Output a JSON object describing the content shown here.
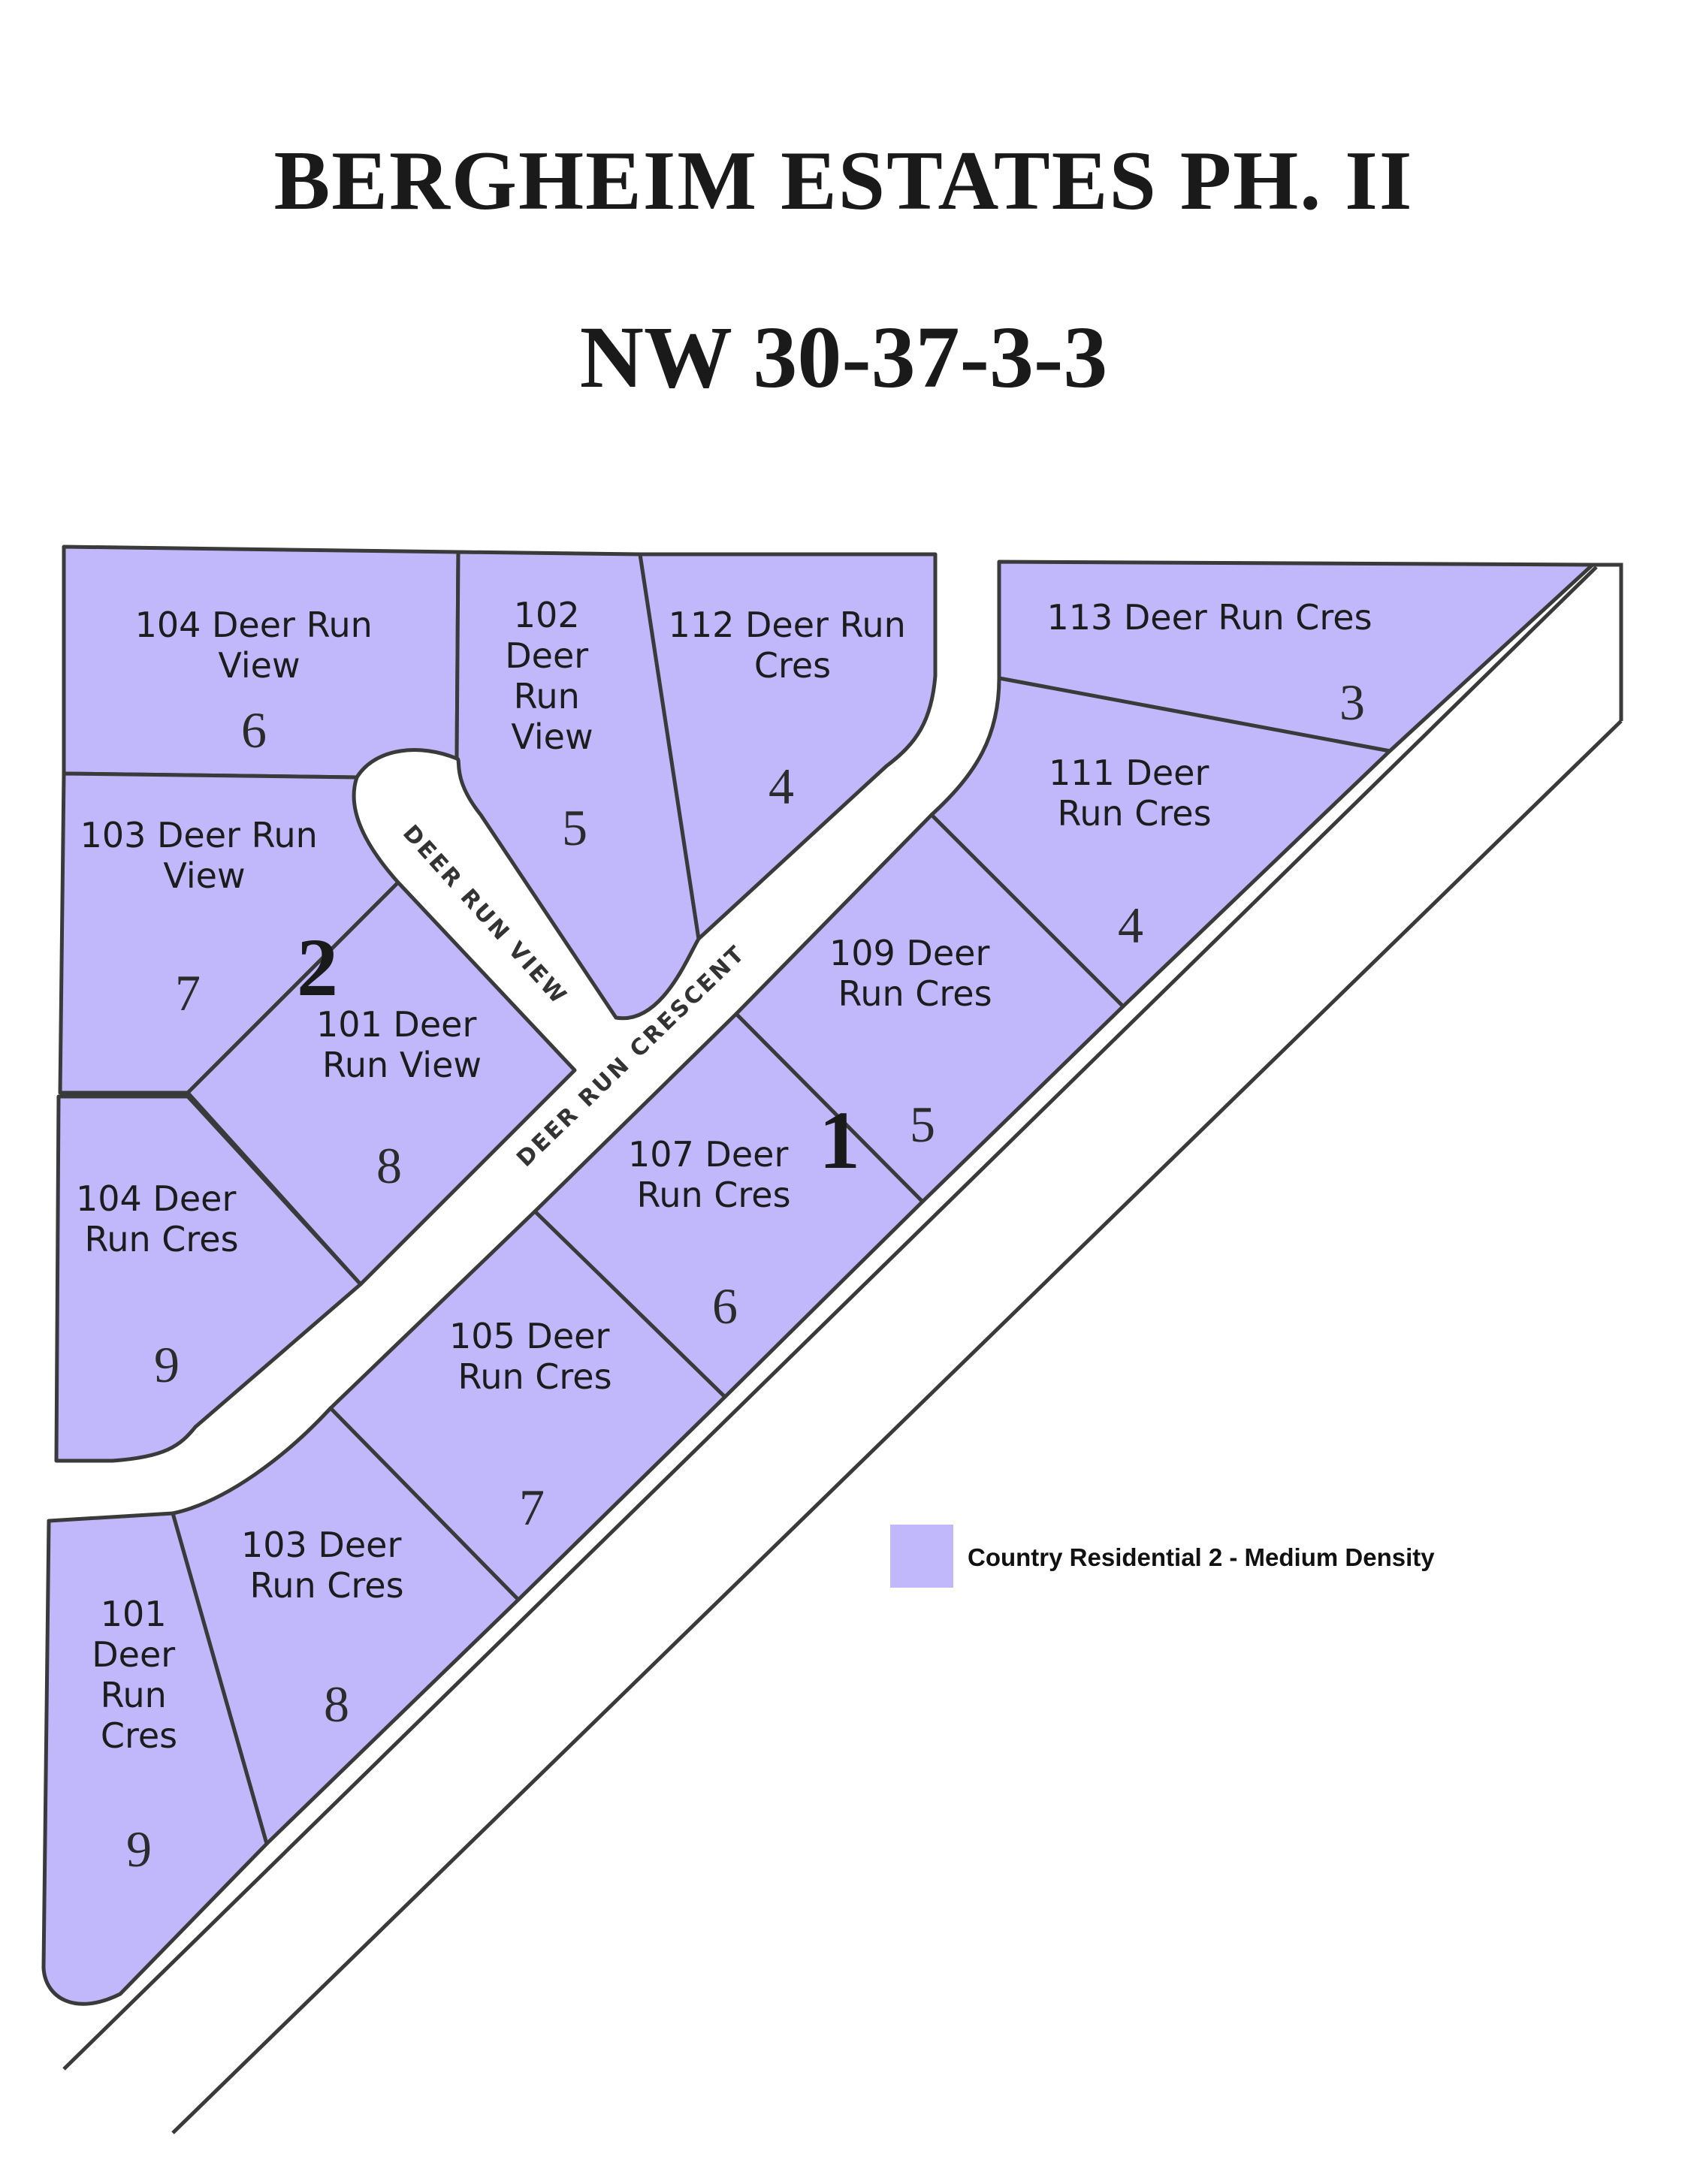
{
  "title": "BERGHEIM ESTATES PH. II",
  "subtitle": "NW 30-37-3-3",
  "colors": {
    "zone_fill": "#c0b8fb",
    "line": "#3a3a3a",
    "background": "#ffffff"
  },
  "roads": {
    "view": "DEER RUN VIEW",
    "crescent": "DEER RUN CRESCENT"
  },
  "blocks": [
    {
      "number": "2"
    },
    {
      "number": "1"
    }
  ],
  "lots": [
    {
      "id": "b2-6",
      "block": "2",
      "lot": "6",
      "address_lines": [
        "104 Deer Run",
        "View"
      ]
    },
    {
      "id": "b2-5",
      "block": "2",
      "lot": "5",
      "address_lines": [
        "102",
        "Deer",
        "Run",
        "View"
      ]
    },
    {
      "id": "b2-4",
      "block": "2",
      "lot": "4",
      "address_lines": [
        "112 Deer Run",
        "Cres"
      ]
    },
    {
      "id": "b2-7",
      "block": "2",
      "lot": "7",
      "address_lines": [
        "103 Deer Run",
        "View"
      ]
    },
    {
      "id": "b2-8",
      "block": "2",
      "lot": "8",
      "address_lines": [
        "101 Deer",
        "Run View"
      ]
    },
    {
      "id": "b2-9",
      "block": "2",
      "lot": "9",
      "address_lines": [
        "104 Deer",
        "Run Cres"
      ]
    },
    {
      "id": "b1-3",
      "block": "1",
      "lot": "3",
      "address_lines": [
        "113 Deer Run Cres"
      ]
    },
    {
      "id": "b1-4",
      "block": "1",
      "lot": "4",
      "address_lines": [
        "111 Deer",
        "Run Cres"
      ]
    },
    {
      "id": "b1-5",
      "block": "1",
      "lot": "5",
      "address_lines": [
        "109 Deer",
        "Run Cres"
      ]
    },
    {
      "id": "b1-6",
      "block": "1",
      "lot": "6",
      "address_lines": [
        "107 Deer",
        "Run Cres"
      ]
    },
    {
      "id": "b1-7",
      "block": "1",
      "lot": "7",
      "address_lines": [
        "105 Deer",
        "Run Cres"
      ]
    },
    {
      "id": "b1-8",
      "block": "1",
      "lot": "8",
      "address_lines": [
        "103 Deer",
        "Run Cres"
      ]
    },
    {
      "id": "b1-9",
      "block": "1",
      "lot": "9",
      "address_lines": [
        "101",
        "Deer",
        "Run",
        "Cres"
      ]
    }
  ],
  "legend": {
    "label": "Country Residential 2 - Medium Density",
    "swatch_color": "#c0b8fb"
  }
}
